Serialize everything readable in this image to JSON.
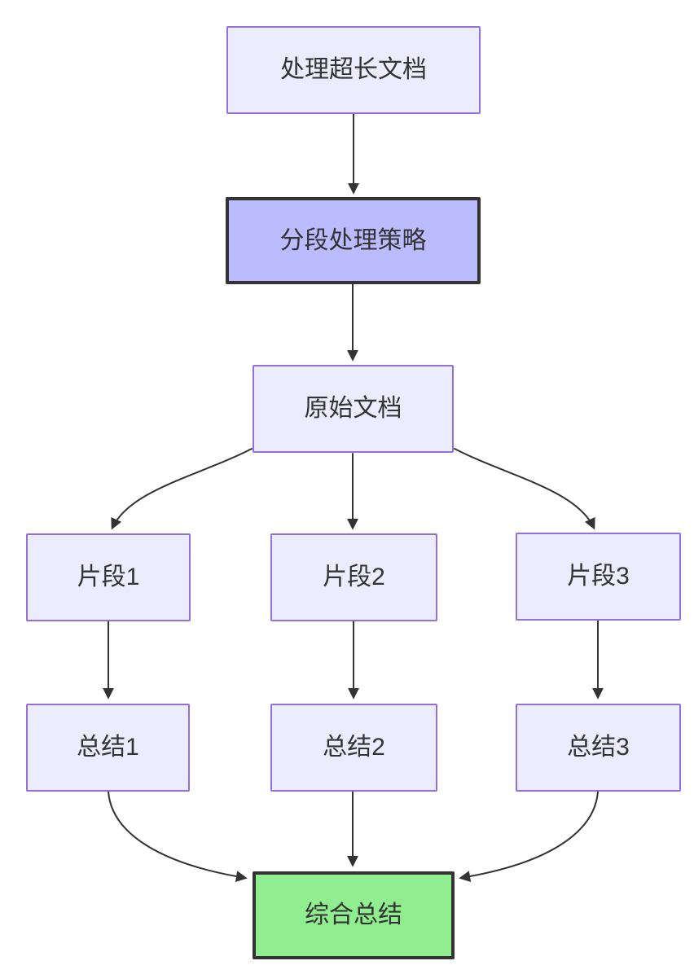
{
  "diagram": {
    "type": "flowchart",
    "direction": "top-down",
    "nodes": [
      {
        "id": "A",
        "label": "处理超长文档",
        "kind": "default"
      },
      {
        "id": "B",
        "label": "分段处理策略",
        "kind": "emphasis"
      },
      {
        "id": "C",
        "label": "原始文档",
        "kind": "default"
      },
      {
        "id": "D1",
        "label": "片段1",
        "kind": "default"
      },
      {
        "id": "D2",
        "label": "片段2",
        "kind": "default"
      },
      {
        "id": "D3",
        "label": "片段3",
        "kind": "default"
      },
      {
        "id": "E1",
        "label": "总结1",
        "kind": "default"
      },
      {
        "id": "E2",
        "label": "总结2",
        "kind": "default"
      },
      {
        "id": "E3",
        "label": "总结3",
        "kind": "default"
      },
      {
        "id": "F",
        "label": "综合总结",
        "kind": "success"
      }
    ],
    "edges": [
      {
        "from": "A",
        "to": "B"
      },
      {
        "from": "B",
        "to": "C"
      },
      {
        "from": "C",
        "to": "D1"
      },
      {
        "from": "C",
        "to": "D2"
      },
      {
        "from": "C",
        "to": "D3"
      },
      {
        "from": "D1",
        "to": "E1"
      },
      {
        "from": "D2",
        "to": "E2"
      },
      {
        "from": "D3",
        "to": "E3"
      },
      {
        "from": "E1",
        "to": "F"
      },
      {
        "from": "E2",
        "to": "F"
      },
      {
        "from": "E3",
        "to": "F"
      }
    ],
    "colors": {
      "node_fill": "#ECECFF",
      "node_border": "#9370DB",
      "emphasis_fill": "#BBBBFF",
      "emphasis_border": "#333333",
      "success_fill": "#90EE90",
      "success_border": "#333333",
      "edge": "#333333",
      "text": "#333333",
      "background": "#FFFFFF"
    }
  }
}
